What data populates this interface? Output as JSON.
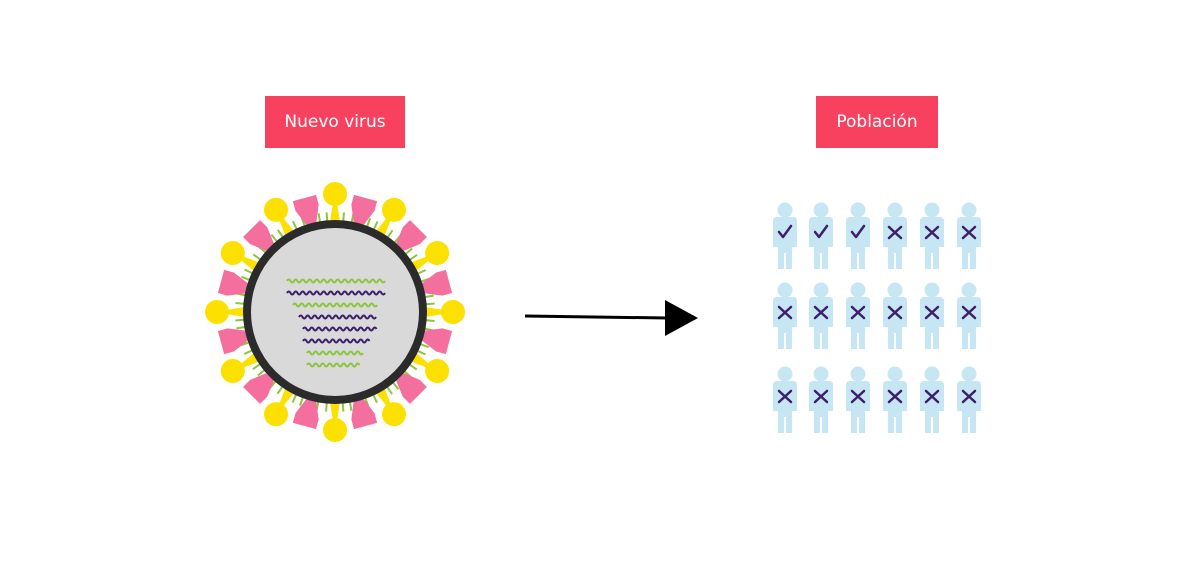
{
  "labels": {
    "virus": "Nuevo virus",
    "population": "Población"
  },
  "colors": {
    "label_bg": "#f8415e",
    "virus_core": "#d9d9d9",
    "virus_membrane": "#2b2b2b",
    "spike_yellow": "#fbe000",
    "spike_pink": "#f56f9e",
    "fringe_green": "#8cc63f",
    "rna_green": "#8cc63f",
    "rna_purple": "#3d1f6b",
    "person": "#c7e6f4",
    "mark": "#3d1f6b",
    "arrow": "#000000"
  },
  "population": {
    "rows": [
      [
        "check",
        "check",
        "check",
        "cross",
        "cross",
        "cross"
      ],
      [
        "cross",
        "cross",
        "cross",
        "cross",
        "cross",
        "cross"
      ],
      [
        "cross",
        "cross",
        "cross",
        "cross",
        "cross",
        "cross"
      ]
    ]
  }
}
